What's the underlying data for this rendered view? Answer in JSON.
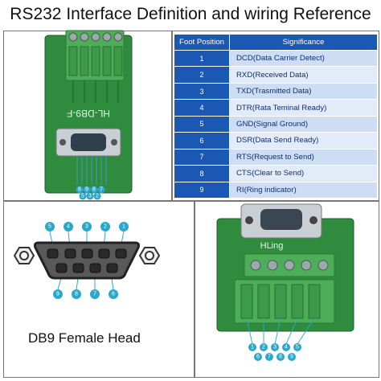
{
  "title": "RS232 Interface Definition and wiring Reference",
  "table": {
    "headers": [
      "Foot Position",
      "Significance"
    ],
    "rows": [
      {
        "pin": "1",
        "signal": "DCD(Data Carrier Detect)"
      },
      {
        "pin": "2",
        "signal": "RXD(Received Data)"
      },
      {
        "pin": "3",
        "signal": "TXD(Trasmitted Data)"
      },
      {
        "pin": "4",
        "signal": "DTR(Rata Teminal Ready)"
      },
      {
        "pin": "5",
        "signal": "GND(Signal Ground)"
      },
      {
        "pin": "6",
        "signal": "DSR(Data Send Ready)"
      },
      {
        "pin": "7",
        "signal": "RTS(Request to Send)"
      },
      {
        "pin": "8",
        "signal": "CTS(Clear to Send)"
      },
      {
        "pin": "9",
        "signal": "RI(Ring indicator)"
      }
    ]
  },
  "board1_label": "HL-DB9-F",
  "board2_label": "HLing",
  "board1_pins": [
    "6",
    "9",
    "8",
    "7",
    "5",
    "3",
    "2"
  ],
  "db9_top_pins": [
    "5",
    "4",
    "3",
    "2",
    "1"
  ],
  "db9_bottom_pins": [
    "9",
    "8",
    "7",
    "6"
  ],
  "board2_top_pins": [
    "1",
    "2",
    "3",
    "4",
    "5"
  ],
  "board2_bottom_pins": [
    "6",
    "7",
    "8",
    "9"
  ],
  "caption": "DB9 Female Head",
  "colors": {
    "table_header": "#1a58b3",
    "row_light": "#e3ebf8",
    "row_dark": "#cdddf4",
    "pin_circle": "#29a8cc",
    "pcb": "#2e8a3e",
    "terminal": "#4cae58"
  }
}
